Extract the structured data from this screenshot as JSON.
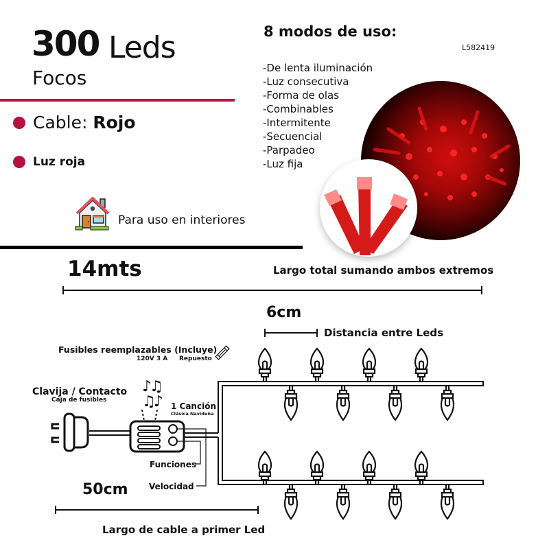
{
  "header": {
    "count": "300",
    "count_unit": "Leds",
    "subtitle": "Focos"
  },
  "specs": {
    "cable_label": "Cable:",
    "cable_value": "Rojo",
    "light_label": "Luz roja",
    "indoor_label": "Para uso en interiores",
    "accent_color": "#b5123f"
  },
  "modes": {
    "title": "8 modos de uso:",
    "sku": "L582419",
    "items": [
      "-De lenta iluminación",
      "-Luz consecutiva",
      "-Forma de olas",
      "-Combinables",
      "-Intermitente",
      "-Secuencial",
      "-Parpadeo",
      "-Luz fija"
    ]
  },
  "diagram": {
    "total_length": "14mts",
    "total_length_caption": "Largo total sumando ambos extremos",
    "spacing": "6cm",
    "spacing_caption": "Distancia entre Leds",
    "fuses_title": "Fusibles reemplazables (Incluye)",
    "fuses_rating": "120V 3 A",
    "fuses_spare": "Repuesto",
    "plug_title": "Clavija / Contacto",
    "plug_subtitle": "Caja de fusibles",
    "song_title": "1 Canción",
    "song_subtitle": "Clásica Navideña",
    "functions_label": "Funciones",
    "speed_label": "Velocidad",
    "lead_length": "50cm",
    "lead_caption": "Largo de cable a primer Led"
  }
}
